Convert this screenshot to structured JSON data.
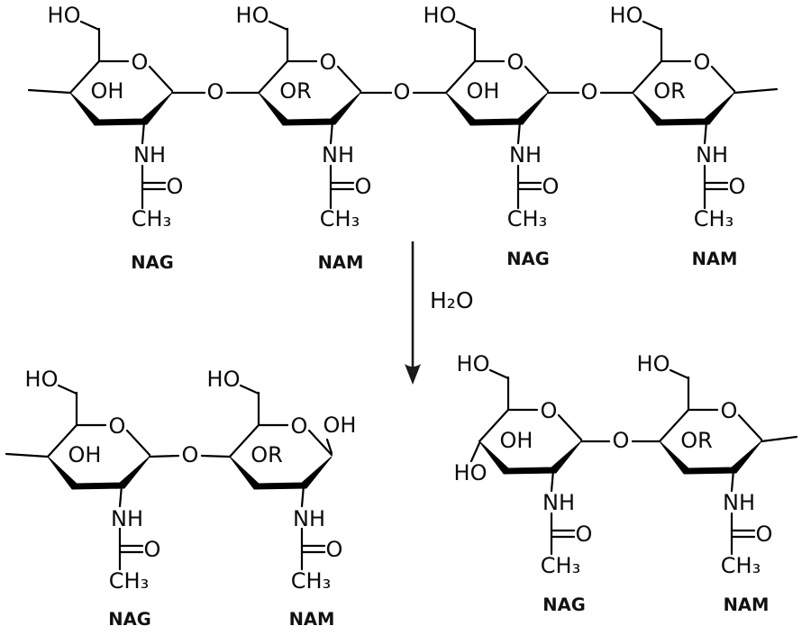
{
  "labels": {
    "ho": "HO",
    "oh": "OH",
    "or": "OR",
    "o": "O",
    "nh": "NH",
    "ch3": "CH₃"
  },
  "reaction": {
    "water": "H₂O"
  },
  "structures": {
    "top_chain": {
      "residues": [
        "NAG",
        "NAM",
        "NAG",
        "NAM"
      ]
    },
    "bottom_left": {
      "residues": [
        "NAG",
        "NAM"
      ]
    },
    "bottom_right": {
      "residues": [
        "NAG",
        "NAM"
      ]
    }
  }
}
